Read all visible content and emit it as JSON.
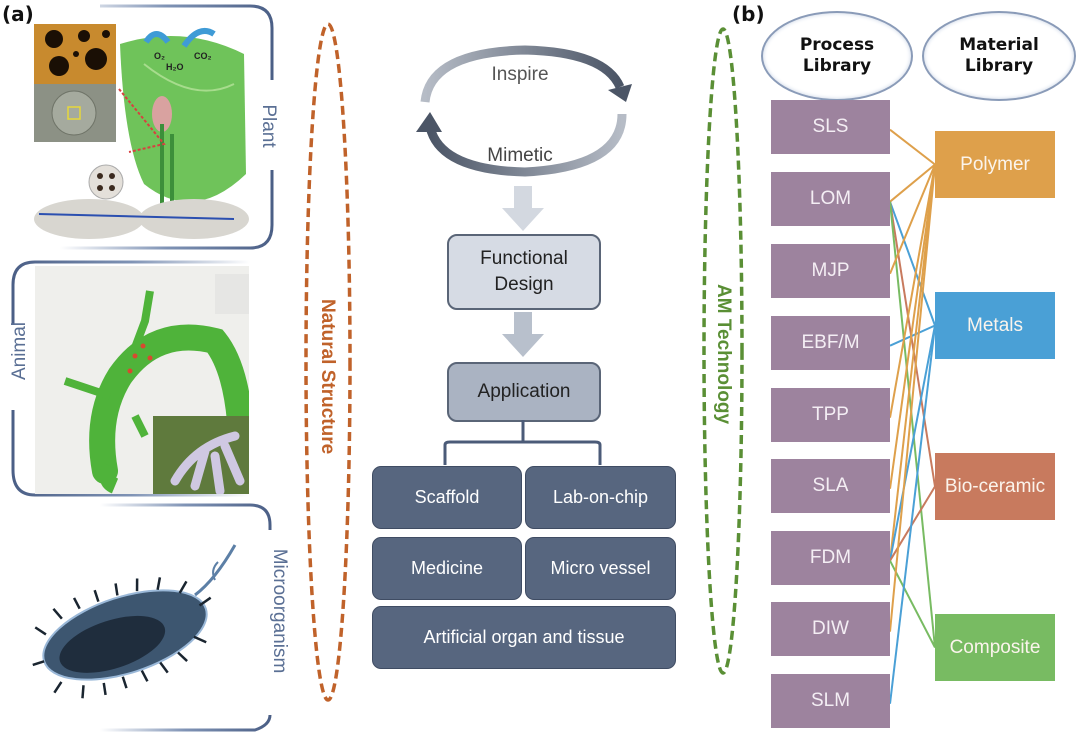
{
  "panel_a": {
    "label": "(a)",
    "categories": [
      {
        "name": "Plant",
        "image": "lotus-leaf-illustration",
        "annotations": [
          "O2",
          "CO2",
          "H2O"
        ]
      },
      {
        "name": "Animal",
        "image": "gecko-illustration"
      },
      {
        "name": "Microorganism",
        "image": "bacterium-illustration"
      }
    ],
    "natural_structure_label": "Natural Structure",
    "cycle": {
      "top": "Inspire",
      "bottom": "Mimetic"
    },
    "functional_design": "Functional Design",
    "application": "Application",
    "applications": [
      "Scaffold",
      "Lab-on-chip",
      "Medicine",
      "Micro vessel",
      "Artificial organ and tissue"
    ]
  },
  "panel_b": {
    "label": "(b)",
    "am_technology_label": "AM Technology",
    "process_library_title": "Process Library",
    "material_library_title": "Material Library",
    "processes": [
      "SLS",
      "LOM",
      "MJP",
      "EBF/M",
      "TPP",
      "SLA",
      "FDM",
      "DIW",
      "SLM"
    ],
    "materials": [
      {
        "name": "Polymer",
        "color": "#dea04b"
      },
      {
        "name": "Metals",
        "color": "#4aa0d6"
      },
      {
        "name": "Bio-ceramic",
        "color": "#c87a5e"
      },
      {
        "name": "Composite",
        "color": "#78bb62"
      }
    ],
    "connections": [
      {
        "process": "SLS",
        "material": "Polymer"
      },
      {
        "process": "LOM",
        "material": "Polymer"
      },
      {
        "process": "LOM",
        "material": "Metals"
      },
      {
        "process": "LOM",
        "material": "Bio-ceramic"
      },
      {
        "process": "LOM",
        "material": "Composite"
      },
      {
        "process": "MJP",
        "material": "Polymer"
      },
      {
        "process": "EBF/M",
        "material": "Metals"
      },
      {
        "process": "TPP",
        "material": "Polymer"
      },
      {
        "process": "SLA",
        "material": "Polymer"
      },
      {
        "process": "FDM",
        "material": "Polymer"
      },
      {
        "process": "FDM",
        "material": "Metals"
      },
      {
        "process": "FDM",
        "material": "Bio-ceramic"
      },
      {
        "process": "FDM",
        "material": "Composite"
      },
      {
        "process": "DIW",
        "material": "Polymer"
      },
      {
        "process": "SLM",
        "material": "Metals"
      }
    ]
  },
  "colors": {
    "natural_structure": "#c0622a",
    "am_technology": "#5a8f35",
    "process_box": "#9d839e",
    "application_box": "#57667f"
  }
}
